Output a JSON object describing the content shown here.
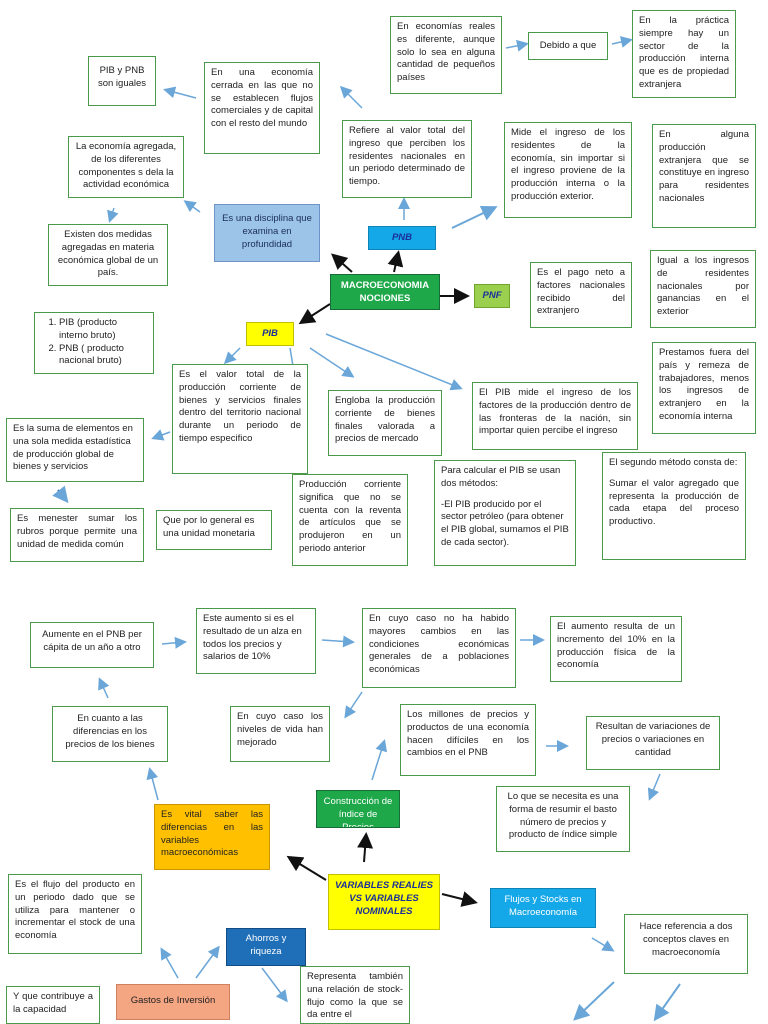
{
  "top": {
    "center": "MACROECONOMIA NOCIONES",
    "pnb_tag": "PNB",
    "pib_tag": "PIB",
    "pnf_tag": "PNF",
    "disciplina": "Es una disciplina que examina en profundidad",
    "pib_pnb_iguales": "PIB y PNB son iguales",
    "economia_cerrada": "En una economía cerrada en las que no se establecen flujos comerciales y de capital con el resto del mundo",
    "economias_reales": "En economías reales es diferente, aunque solo lo sea en alguna cantidad de pequeños países",
    "debido": "Debido a que",
    "practica": "En la práctica siempre hay un sector de la producción interna que es de propiedad extranjera",
    "refiere": "Refiere al valor total del ingreso que perciben los residentes nacionales en un periodo determinado de tiempo.",
    "mide_ingreso": "Mide el ingreso de los residentes de la economía, sin importar si el ingreso proviene de la producción interna o la producción exterior.",
    "alguna_produccion": "En alguna producción extranjera que se constituye en ingreso para residentes nacionales",
    "economia_agregada": "La economía agregada, de los diferentes componentes s dela la actividad económica",
    "medidas_agregadas": "Existen dos medidas agregadas en materia económica global de un país.",
    "pago_neto": "Es el pago neto a factores nacionales recibido del extranjero",
    "igual_ingresos": "Igual a los ingresos de residentes nacionales por ganancias en el exterior",
    "prestamos": "Prestamos fuera del país y remeza de trabajadores, menos los ingresos de extranjero en la economía interna",
    "list_item_1": "PIB (producto interno bruto)",
    "list_item_2": "PNB ( producto nacional bruto)",
    "valor_total": "Es el valor total de la producción corriente de bienes y servicios finales dentro del territorio nacional durante un periodo de tiempo especifico",
    "engloba": "Engloba la producción corriente de bienes finales valorada a precios de mercado",
    "pib_mide": "El PIB mide el ingreso de los factores de la producción dentro de las fronteras de la nación, sin importar quien percibe el ingreso",
    "suma_elementos": "Es la suma de elementos en una sola medida estadística de producción global de bienes y servicios",
    "menester": "Es menester sumar los rubros porque permite una unidad de medida común",
    "unidad_monetaria": "Que por lo general es una unidad monetaria",
    "produccion_corriente": "Producción corriente significa que no se cuenta con la reventa de artículos que se produjeron en un periodo anterior",
    "calcular_title": "Para calcular el PIB se usan dos métodos:",
    "calcular_body": "-El PIB producido por el sector petróleo (para obtener el PIB global, sumamos el PIB de cada sector).",
    "segundo_title": "El segundo método consta de:",
    "segundo_body": "Sumar el valor agregado que representa la producción de cada etapa del proceso productivo."
  },
  "bottom": {
    "aumente": "Aumente en el PNB per cápita de un año a otro",
    "aumento_si": "Este aumento si es el resultado de un alza en todos los precios y salarios de 10%",
    "en_cuyo_caso_cambios": "En cuyo caso no ha habido mayores cambios en las condiciones económicas generales de a poblaciones económicas",
    "aumento_resulta": "El aumento resulta de un incremento del 10% en la producción física de la economía",
    "diferencias_precios": "En cuanto a las diferencias en los precios de los bienes",
    "niveles_vida": "En cuyo caso los niveles de vida han mejorado",
    "millones_precios": "Los millones de precios y productos de una economía hacen difíciles en los cambios en el PNB",
    "variaciones": "Resultan de variaciones de precios o variaciones en cantidad",
    "resumir": "Lo que se necesita es una forma de resumir el basto número de precios y producto de índice simple",
    "vital": "Es vital saber las diferencias en las variables macroeconómicas",
    "construccion": "Construcción de índice de Precios",
    "variables_center": "VARIABLES REALIES VS VARIABLES NOMINALES",
    "flujos_stocks": "Flujos y Stocks en Macroeconomía",
    "flujo_producto": "Es el flujo del producto en un periodo dado que se utiliza para mantener o incrementar el stock de una economía",
    "ahorros": "Ahorros y riqueza",
    "conceptos_claves": "Hace referencia a dos conceptos claves en macroeconomía",
    "gastos_inversion": "Gastos de Inversión",
    "contribuye": "Y que contribuye a la capacidad",
    "representa_tambien": "Representa también una relación de stock-flujo como la que se da entre el"
  },
  "colors": {
    "box_border": "#4a9a4a",
    "arrow_blue": "#6aa6d8",
    "arrow_black": "#111111"
  }
}
